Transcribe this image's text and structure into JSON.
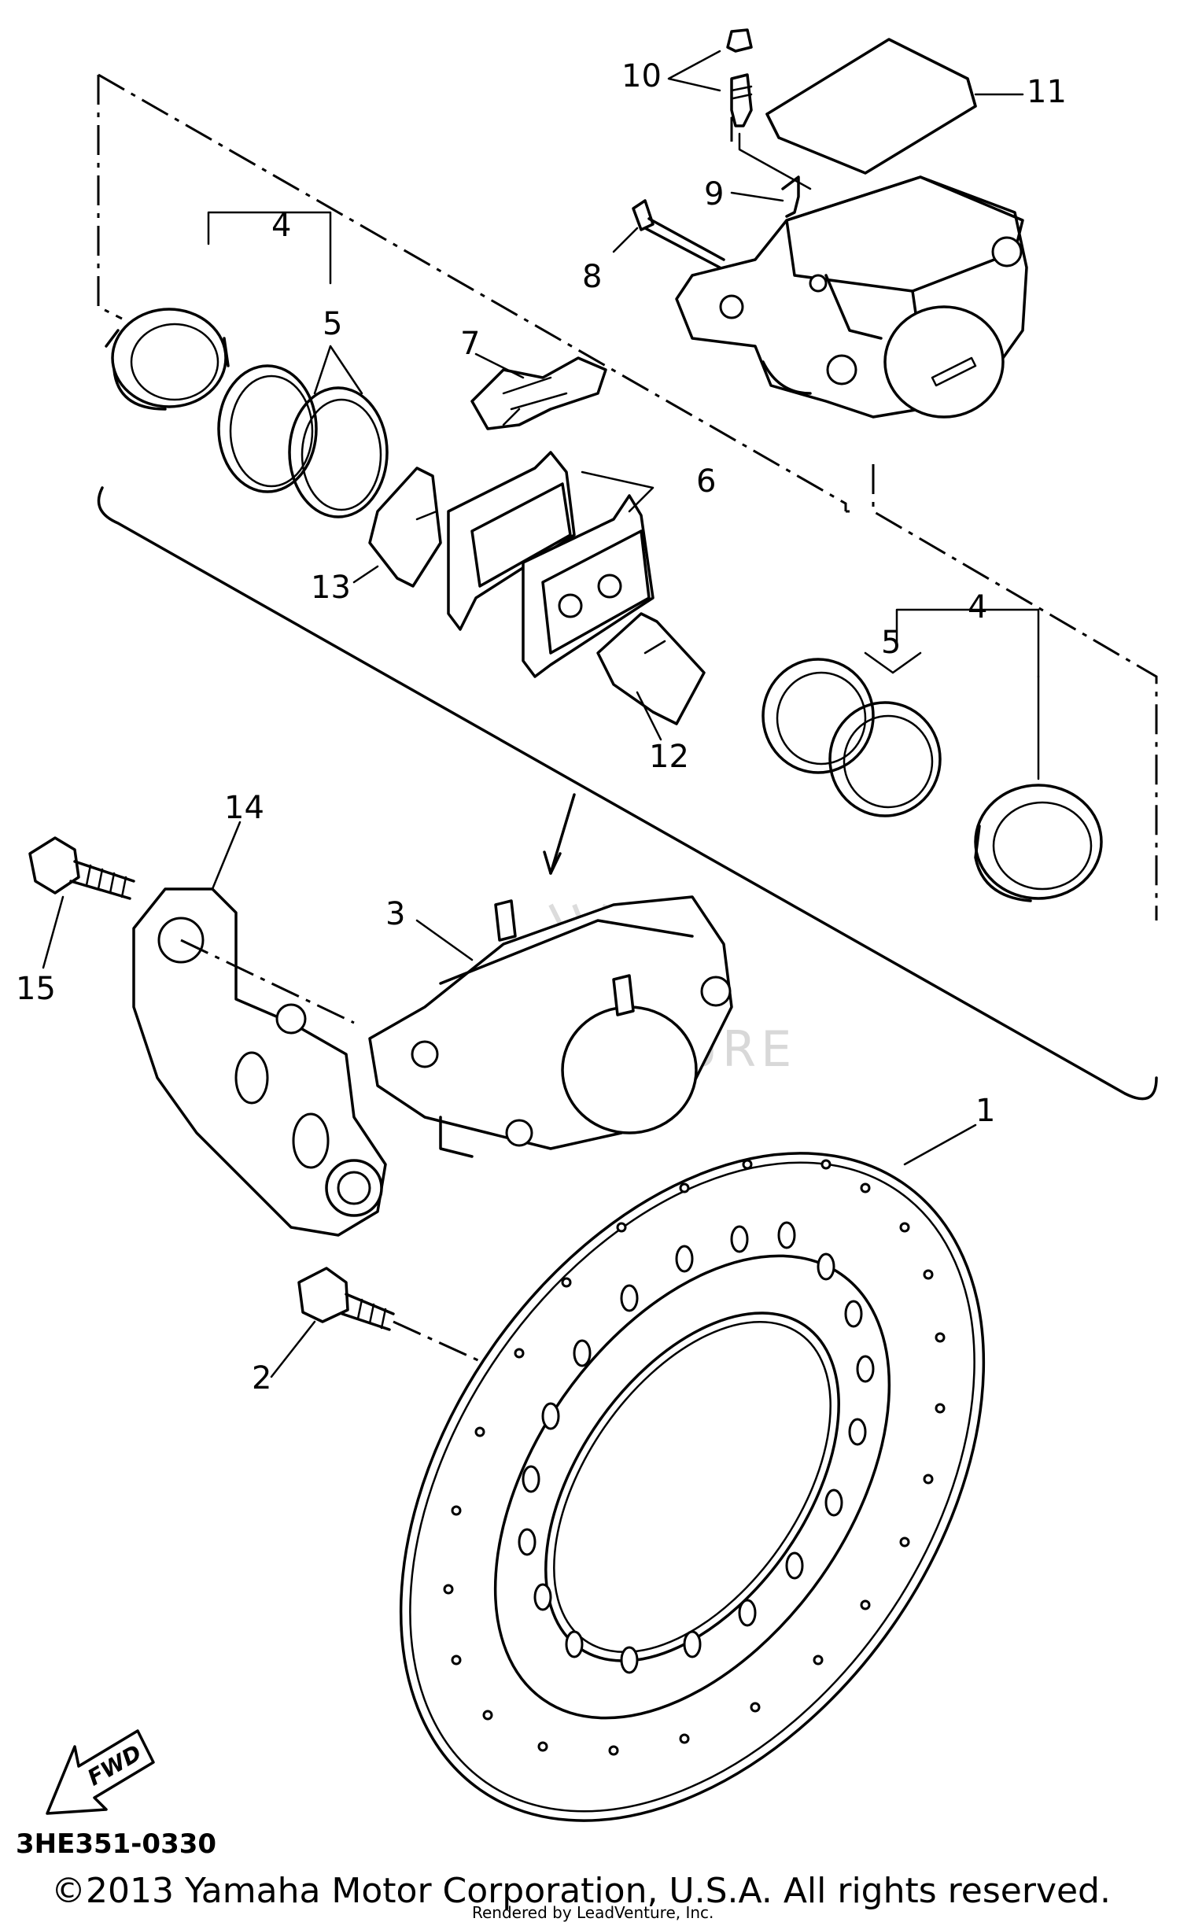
{
  "callouts": [
    "1",
    "2",
    "3",
    "4",
    "4",
    "5",
    "5",
    "6",
    "7",
    "8",
    "9",
    "10",
    "11",
    "12",
    "13",
    "14",
    "15"
  ],
  "diagram_code": "3HE351-0330",
  "fwd_label": "FWD",
  "copyright": "©2013 Yamaha Motor Corporation, U.S.A. All rights reserved.",
  "rendered_by": "Rendered by LeadVenture, Inc.",
  "watermark": "LEADVENTURE"
}
